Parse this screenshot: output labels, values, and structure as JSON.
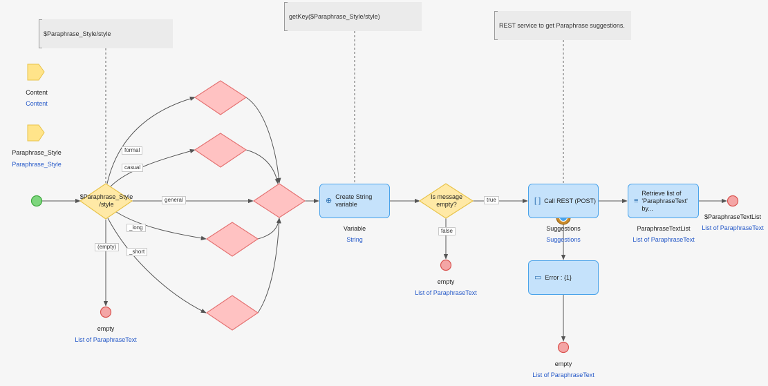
{
  "parameters": [
    {
      "name": "Content",
      "type": "Content"
    },
    {
      "name": "Paraphrase_Style",
      "type": "Paraphrase_Style"
    }
  ],
  "annotations": [
    "$Paraphrase_Style/style",
    "getKey($Paraphrase_Style/style)",
    "REST service to get Paraphrase suggestions."
  ],
  "split": {
    "label": "$Paraphrase_Style\n/style"
  },
  "edge_labels": {
    "formal": "formal",
    "casual": "casual",
    "general": "general",
    "long": "_long",
    "short": "_short",
    "empty": "(empty)",
    "true": "true",
    "false": "false"
  },
  "create_string": {
    "label": "Create String variable",
    "output_name": "Variable",
    "output_type": "String"
  },
  "decision": {
    "label": "Is message empty?"
  },
  "call_rest": {
    "label": "Call REST (POST)",
    "output_name": "Suggestions",
    "output_type": "Suggestions"
  },
  "retrieve": {
    "label": "Retrieve list of 'ParaphraseText' by...",
    "output_name": "ParaphraseTextList",
    "output_type": "List of ParaphraseText"
  },
  "error_log": {
    "label": "Error : {1}"
  },
  "end_events": [
    {
      "name": "empty",
      "type": "List of ParaphraseText"
    },
    {
      "name": "empty",
      "type": "List of ParaphraseText"
    },
    {
      "name": "empty",
      "type": "List of ParaphraseText"
    },
    {
      "name": "$ParaphraseTextList",
      "type": "List of ParaphraseText"
    }
  ],
  "colors": {
    "start": "#7ed67e",
    "end": "#f4a5a5",
    "merge": "#ffc2c2",
    "merge_stroke": "#e57373",
    "decision": "#ffe9a6",
    "decision_stroke": "#e8c34a",
    "activity": "#c5e2fb",
    "activity_stroke": "#4aa3ea",
    "line": "#555555",
    "blue_text": "#2458c8"
  }
}
